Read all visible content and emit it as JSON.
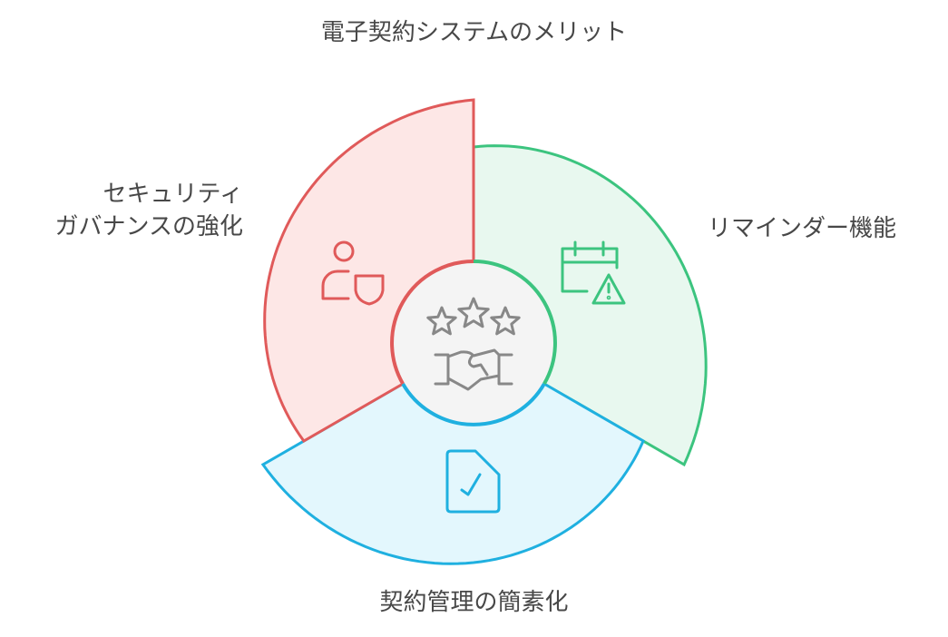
{
  "title": "電子契約システムのメリット",
  "segments": [
    {
      "label_lines": [
        "リマインダー機能"
      ],
      "icon": "calendar-alert-icon",
      "stroke": "#3cc47f",
      "fill": "#e8f8ef"
    },
    {
      "label_lines": [
        "契約管理の簡素化"
      ],
      "icon": "document-check-icon",
      "stroke": "#1fb0e0",
      "fill": "#e3f7fd"
    },
    {
      "label_lines": [
        "セキュリティ",
        "ガバナンスの強化"
      ],
      "icon": "user-shield-icon",
      "stroke": "#e05a5a",
      "fill": "#fde7e6"
    }
  ],
  "center": {
    "icon": "stars-handshake-icon",
    "stroke": "#888888",
    "fill": "#f4f4f4"
  }
}
